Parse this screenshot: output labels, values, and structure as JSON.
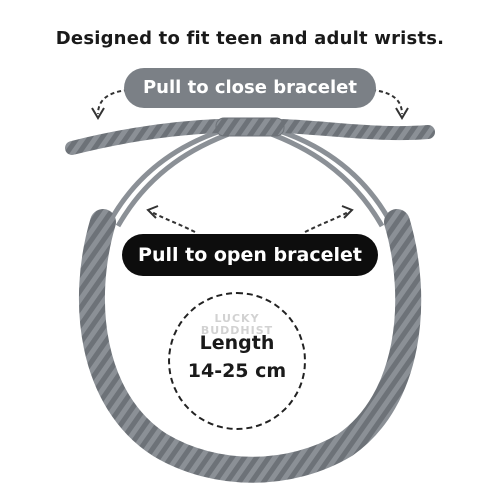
{
  "headline": "Designed to fit teen and adult wrists.",
  "labels": {
    "close": "Pull to close bracelet",
    "open": "Pull to open bracelet"
  },
  "length": {
    "label": "Length",
    "value": "14-25 cm"
  },
  "watermark": {
    "line1": "LUCKY",
    "line2": "BUDDHIST"
  },
  "icons": {
    "pull_close_arrows": "dashed-arrow-down-curved",
    "pull_open_arrows": "dashed-arrow-up-curved"
  },
  "colors": {
    "cord": "#8b9096",
    "cord_dark": "#6d7278",
    "close_pill": "#7b8086",
    "open_pill": "#0d0d0d"
  }
}
